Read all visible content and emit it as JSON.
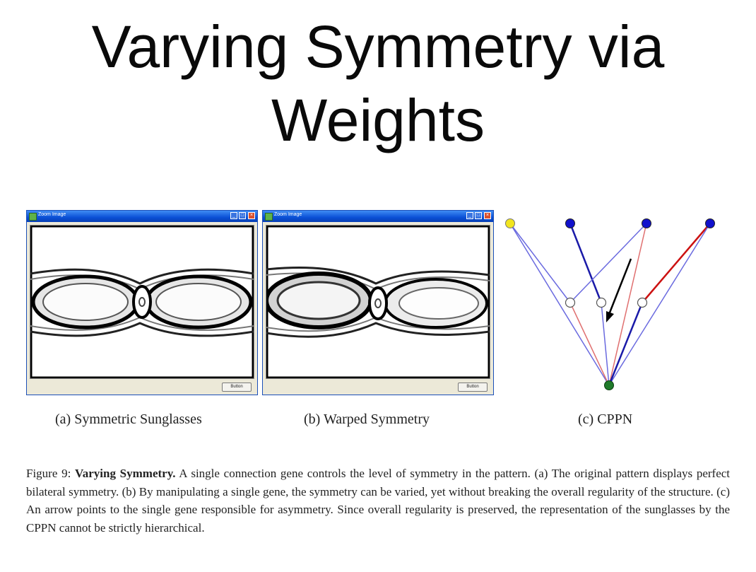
{
  "slide": {
    "title": "Varying Symmetry via Weights"
  },
  "panels": [
    {
      "window_title": "Zoom Image",
      "button_label": "Button",
      "caption": "(a) Symmetric Sunglasses"
    },
    {
      "window_title": "Zoom Image",
      "button_label": "Button",
      "caption": "(b) Warped Symmetry"
    }
  ],
  "cppn": {
    "caption": "(c) CPPN",
    "colors": {
      "input_yellow": "#f2e51f",
      "input_blue": "#1111cc",
      "output_green": "#1f7a2a",
      "edge_blue": "#6a6adf",
      "edge_red": "#e07070",
      "edge_dark_blue": "#1a1aa8",
      "edge_dark_red": "#cc1111",
      "arrow": "#000000"
    }
  },
  "figure_caption": {
    "label": "Figure 9:",
    "title": "Varying Symmetry.",
    "text": "A single connection gene controls the level of symmetry in the pattern. (a) The original pattern displays perfect bilateral symmetry. (b) By manipulating a single gene, the symmetry can be varied, yet without breaking the overall regularity of the structure. (c) An arrow points to the single gene responsible for asymmetry. Since overall regularity is preserved, the representation of the sunglasses by the CPPN cannot be strictly hierarchical."
  }
}
